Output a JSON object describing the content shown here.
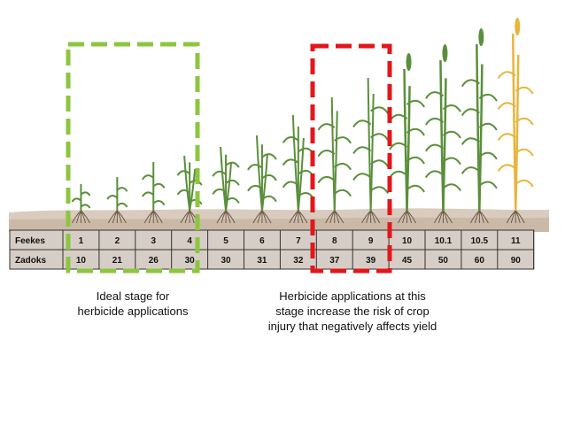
{
  "table": {
    "rows": [
      {
        "label": "Feekes",
        "values": [
          "1",
          "2",
          "3",
          "4",
          "5",
          "6",
          "7",
          "8",
          "9",
          "10",
          "10.1",
          "10.5",
          "11"
        ]
      },
      {
        "label": "Zadoks",
        "values": [
          "10",
          "21",
          "26",
          "30",
          "30",
          "31",
          "32",
          "37",
          "39",
          "45",
          "50",
          "60",
          "90"
        ]
      }
    ]
  },
  "captions": {
    "ideal": [
      "Ideal stage for",
      "herbicide applications"
    ],
    "risk": [
      "Herbicide applications at this",
      "stage increase the risk of crop",
      "injury that negatively affects yield"
    ]
  },
  "colors": {
    "ideal_box": "#8cc63f",
    "risk_box": "#e3161b",
    "soil": "#d9cbbd",
    "plant_green": "#5a8f3a",
    "plant_mature": "#e7b53c",
    "roots": "#6b5a4a"
  },
  "icons": [
    "wheat-plant-icon",
    "mature-wheat-icon",
    "soil-strip"
  ]
}
